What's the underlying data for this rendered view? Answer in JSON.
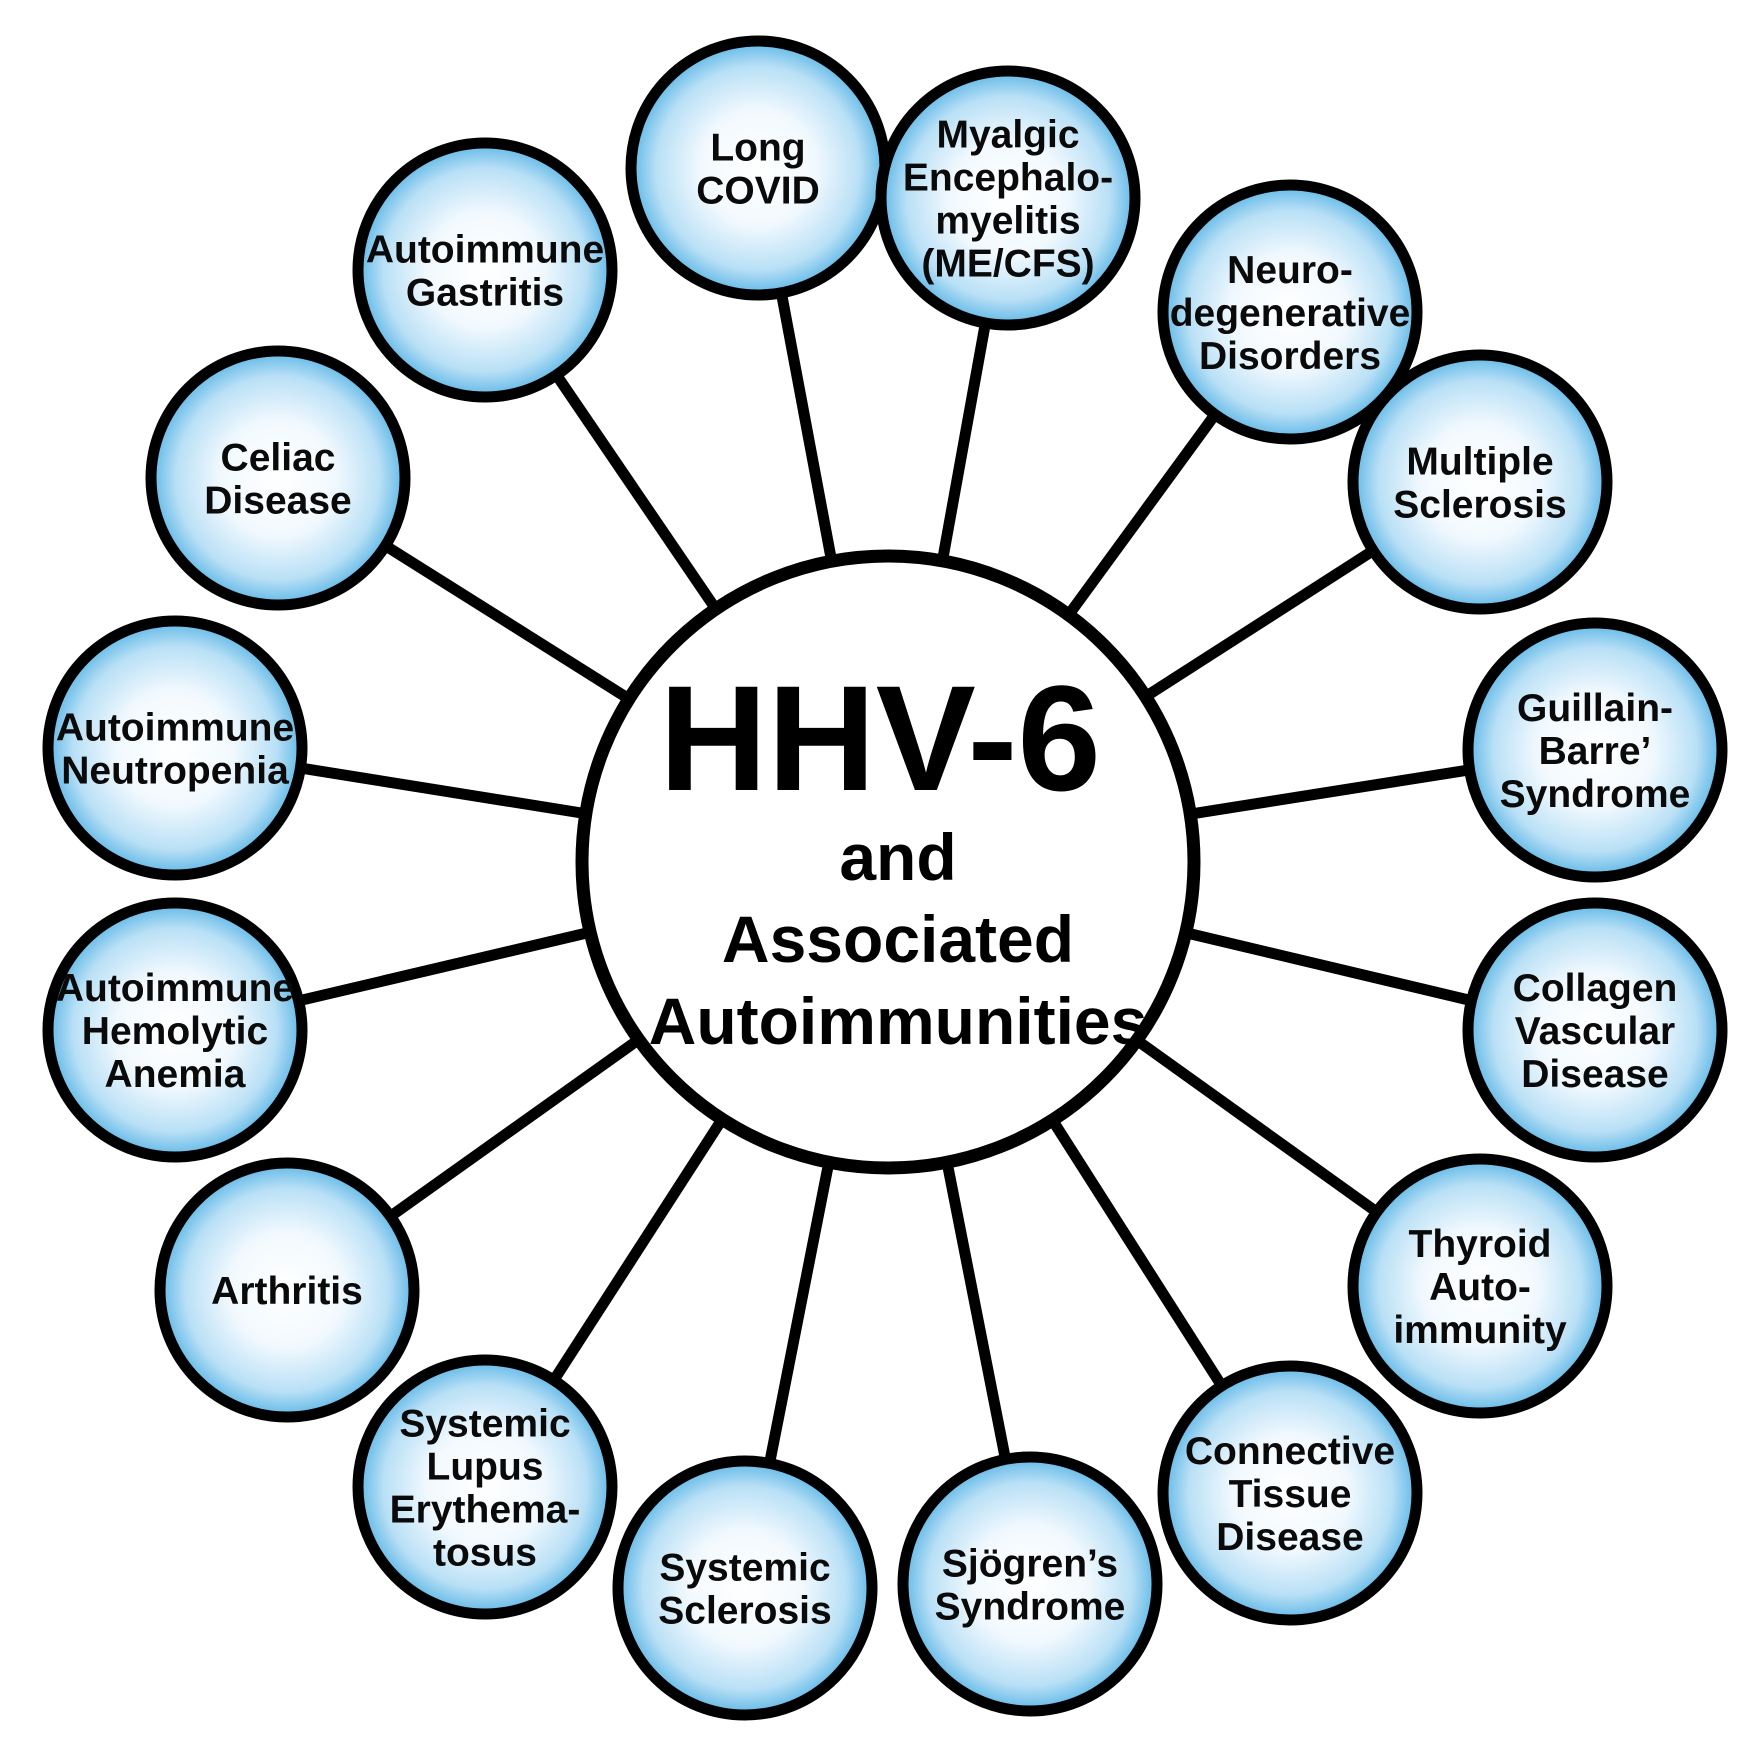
{
  "center": {
    "title": "HHV-6",
    "subtitle_lines": [
      "and",
      "Associated",
      "Autoimmunities"
    ]
  },
  "colors": {
    "outline": "#000000",
    "node_fill_center": "#ffffff",
    "node_fill_edge": "#5fb7e6",
    "hub_fill": "#ffffff"
  },
  "nodes": [
    {
      "id": "long-covid",
      "lines": [
        "Long",
        "COVID"
      ]
    },
    {
      "id": "me-cfs",
      "lines": [
        "Myalgic",
        "Encephalo-",
        "myelitis",
        "(ME/CFS)"
      ]
    },
    {
      "id": "neurodegenerative-disorders",
      "lines": [
        "Neuro-",
        "degenerative",
        "Disorders"
      ]
    },
    {
      "id": "multiple-sclerosis",
      "lines": [
        "Multiple",
        "Sclerosis"
      ]
    },
    {
      "id": "guillain-barre-syndrome",
      "lines": [
        "Guillain-",
        "Barre’",
        "Syndrome"
      ]
    },
    {
      "id": "collagen-vascular-disease",
      "lines": [
        "Collagen",
        "Vascular",
        "Disease"
      ]
    },
    {
      "id": "thyroid-autoimmunity",
      "lines": [
        "Thyroid",
        "Auto-",
        "immunity"
      ]
    },
    {
      "id": "connective-tissue-disease",
      "lines": [
        "Connective",
        "Tissue",
        "Disease"
      ]
    },
    {
      "id": "sjogrens-syndrome",
      "lines": [
        "Sjögren’s",
        "Syndrome"
      ]
    },
    {
      "id": "systemic-sclerosis",
      "lines": [
        "Systemic",
        "Sclerosis"
      ]
    },
    {
      "id": "systemic-lupus-erythematosus",
      "lines": [
        "Systemic",
        "Lupus",
        "Erythema-",
        "tosus"
      ]
    },
    {
      "id": "arthritis",
      "lines": [
        "Arthritis"
      ]
    },
    {
      "id": "autoimmune-hemolytic-anemia",
      "lines": [
        "Autoimmune",
        "Hemolytic",
        "Anemia"
      ]
    },
    {
      "id": "autoimmune-neutropenia",
      "lines": [
        "Autoimmune",
        "Neutropenia"
      ]
    },
    {
      "id": "celiac-disease",
      "lines": [
        "Celiac",
        "Disease"
      ]
    },
    {
      "id": "autoimmune-gastritis",
      "lines": [
        "Autoimmune",
        "Gastritis"
      ]
    }
  ]
}
